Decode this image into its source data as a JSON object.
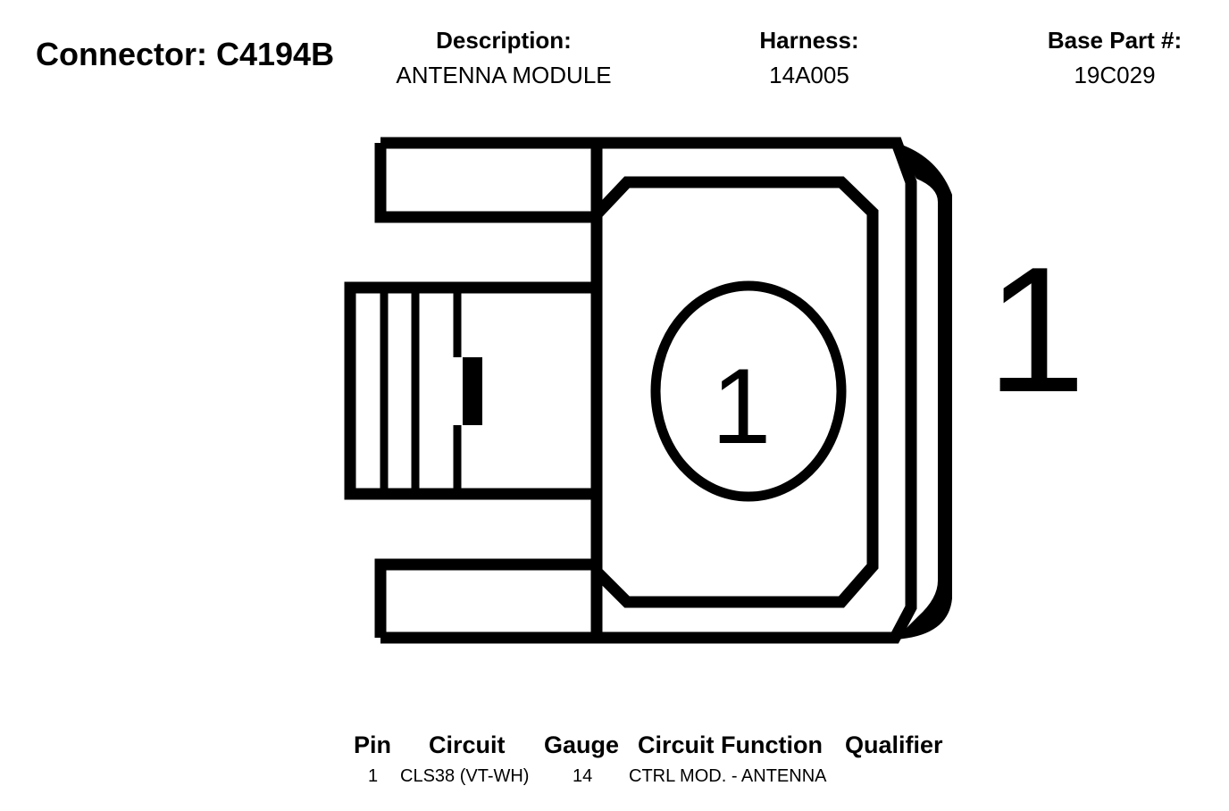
{
  "header": {
    "connector": "Connector: C4194B",
    "description_label": "Description:",
    "description_value": "ANTENNA MODULE",
    "harness_label": "Harness:",
    "harness_value": "14A005",
    "base_part_label": "Base Part #:",
    "base_part_value": "19C029"
  },
  "diagram": {
    "pin_label_inside": "1",
    "pin_label_outside": "1"
  },
  "table": {
    "columns": [
      "Pin",
      "Circuit",
      "Gauge",
      "Circuit Function",
      "Qualifier"
    ],
    "rows": [
      {
        "pin": "1",
        "circuit": "CLS38 (VT-WH)",
        "gauge": "14",
        "function": "CTRL MOD. - ANTENNA",
        "qualifier": ""
      }
    ]
  }
}
